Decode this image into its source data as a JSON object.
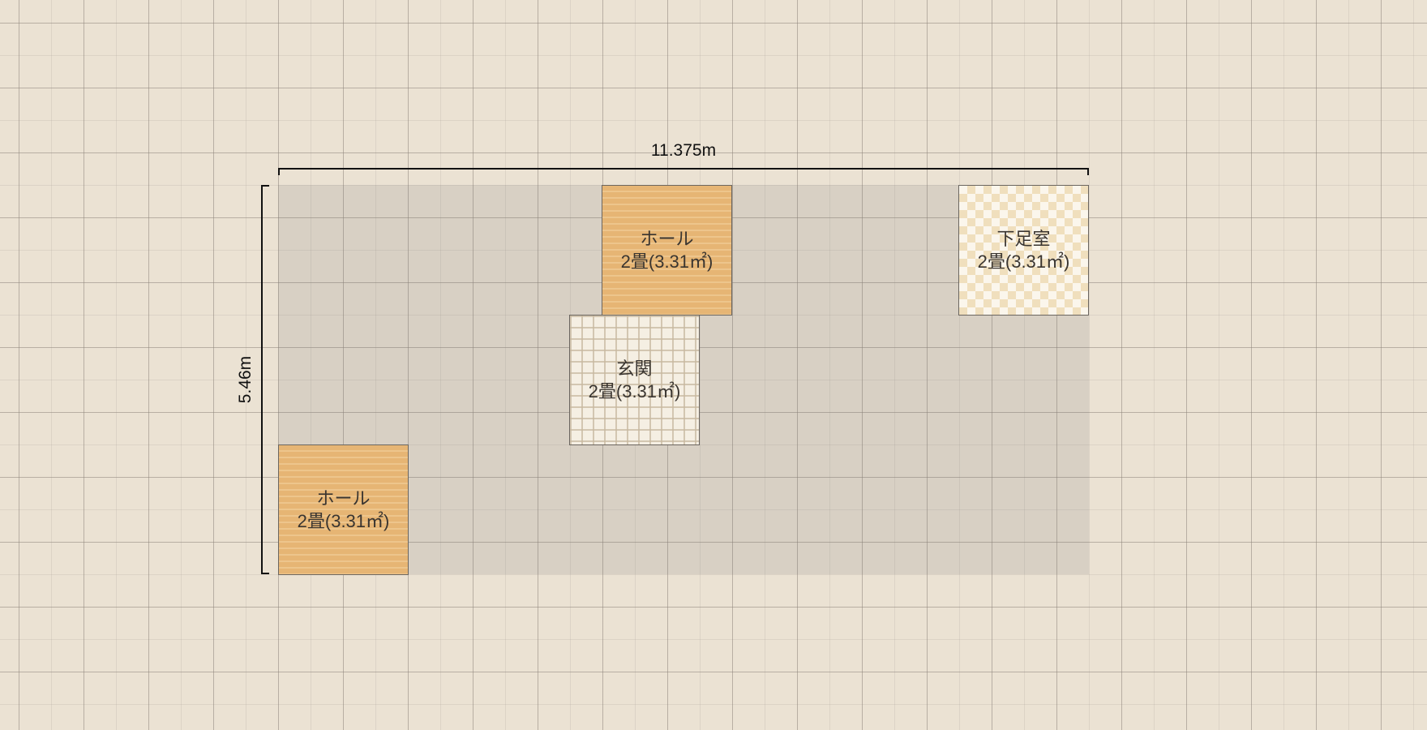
{
  "dimensions": {
    "width_label": "11.375m",
    "height_label": "5.46m"
  },
  "rooms": [
    {
      "name": "ホール",
      "area": "2畳(3.31㎡)",
      "floor": "wood"
    },
    {
      "name": "下足室",
      "area": "2畳(3.31㎡)",
      "floor": "checker"
    },
    {
      "name": "玄関",
      "area": "2畳(3.31㎡)",
      "floor": "tile"
    },
    {
      "name": "ホール",
      "area": "2畳(3.31㎡)",
      "floor": "wood"
    }
  ],
  "colors": {
    "background": "#ebe2d3",
    "wood_floor": "#e8bb7a",
    "tile_floor": "#f5efe3",
    "checker_floor": "#f0dfbd",
    "dimension_line": "#111111"
  }
}
